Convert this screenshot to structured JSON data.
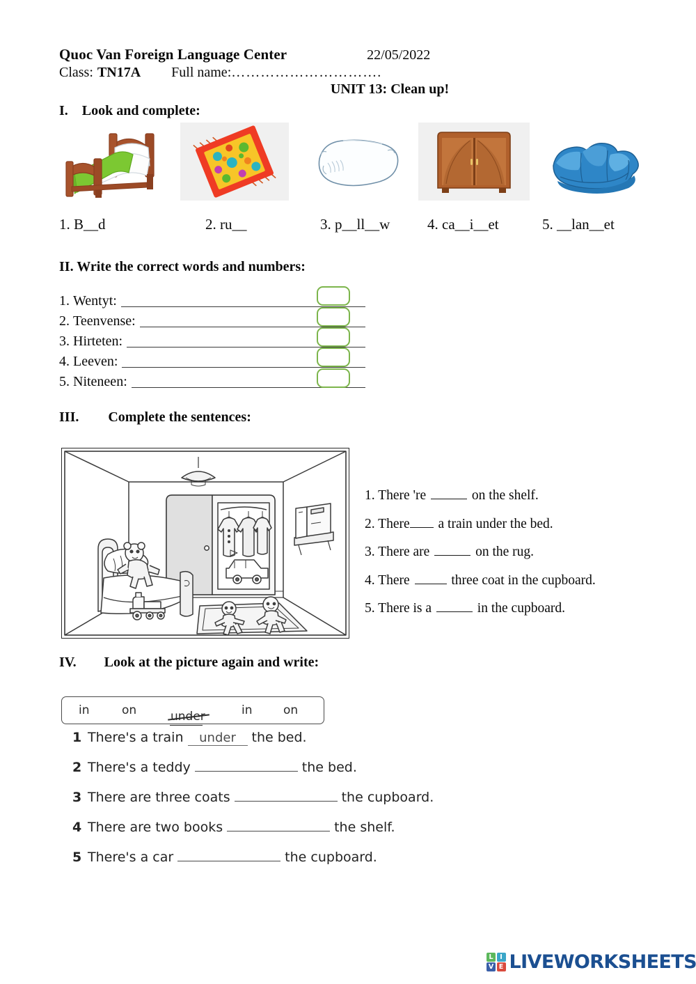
{
  "header": {
    "center_name": "Quoc Van Foreign Language Center",
    "date": "22/05/2022",
    "class_label": "Class:",
    "class_value": "TN17A",
    "full_name_label": "Full name:",
    "full_name_dots": "………………………….",
    "unit_title": "UNIT 13: Clean up!"
  },
  "section1": {
    "number": "I.",
    "title": "Look and complete:",
    "items": [
      {
        "number": "1.",
        "prefix": "B",
        "blank1": true,
        "middle": "d",
        "answer_word": "Bed",
        "image": "bed-image"
      },
      {
        "number": "2.",
        "prefix": "ru",
        "blank1": true,
        "middle": "",
        "answer_word": "rug",
        "image": "rug-image"
      },
      {
        "number": "3.",
        "prefix": "p",
        "blank1": true,
        "middle": "ll",
        "answer_word": "pillow",
        "image": "pillow-image"
      },
      {
        "number": "4.",
        "prefix": "ca",
        "blank1": true,
        "middle": "i",
        "answer_word": "cabinet",
        "image": "cabinet-image"
      },
      {
        "number": "5.",
        "prefix": "",
        "blank1": true,
        "middle": "lan",
        "answer_word": "blanket",
        "image": "blanket-image"
      }
    ],
    "label1": "1. B__d",
    "label2": "2. ru__",
    "label3": "3. p__ll__w",
    "label4": "4. ca__i__et",
    "label5": "5. __lan__et"
  },
  "section2": {
    "number": "II.",
    "title": "Write the correct words and numbers:",
    "items": [
      {
        "number": "1.",
        "scrambled": "Wentyt:"
      },
      {
        "number": "2.",
        "scrambled": "Teenvense:"
      },
      {
        "number": "3.",
        "scrambled": "Hirteten:"
      },
      {
        "number": "4.",
        "scrambled": "Leeven:"
      },
      {
        "number": "5.",
        "scrambled": "Niteneen:"
      }
    ],
    "box_color": "#7cb54b"
  },
  "section3": {
    "number": "III.",
    "title": "Complete the sentences:",
    "picture_name": "bedroom-scene",
    "sentences": [
      {
        "number": "1.",
        "before": "There 're",
        "after": "on the shelf."
      },
      {
        "number": "2.",
        "before": "There",
        "after": "a train under the bed."
      },
      {
        "number": "3.",
        "before": "There are",
        "after": "on the rug."
      },
      {
        "number": "4.",
        "before": "There",
        "after": "three coat in the cupboard."
      },
      {
        "number": "5.",
        "before": "There is a",
        "after": "in the cupboard."
      }
    ]
  },
  "section4": {
    "number": "IV.",
    "title": "Look at the picture again and write:",
    "word_bank": [
      {
        "word": "in",
        "struck": false
      },
      {
        "word": "on",
        "struck": false
      },
      {
        "word": "under",
        "struck": true
      },
      {
        "word": "in",
        "struck": false
      },
      {
        "word": "on",
        "struck": false
      }
    ],
    "sentences": [
      {
        "number": "1",
        "before": "There's a train",
        "filled": "under",
        "after": "the bed."
      },
      {
        "number": "2",
        "before": "There's a teddy",
        "filled": "",
        "after": "the bed."
      },
      {
        "number": "3",
        "before": "There are three coats",
        "filled": "",
        "after": "the cupboard."
      },
      {
        "number": "4",
        "before": "There are two books",
        "filled": "",
        "after": "the shelf."
      },
      {
        "number": "5",
        "before": "There's a car",
        "filled": "",
        "after": "the cupboard."
      }
    ]
  },
  "footer": {
    "logo_text": "LIVEWORKSHEETS",
    "logo_tiles": [
      {
        "letter": "L",
        "color": "#5cb85c"
      },
      {
        "letter": "I",
        "color": "#3aa6c8"
      },
      {
        "letter": "V",
        "color": "#3a5fa8"
      },
      {
        "letter": "E",
        "color": "#d94a3d"
      }
    ],
    "logo_color": "#1b4f91"
  }
}
